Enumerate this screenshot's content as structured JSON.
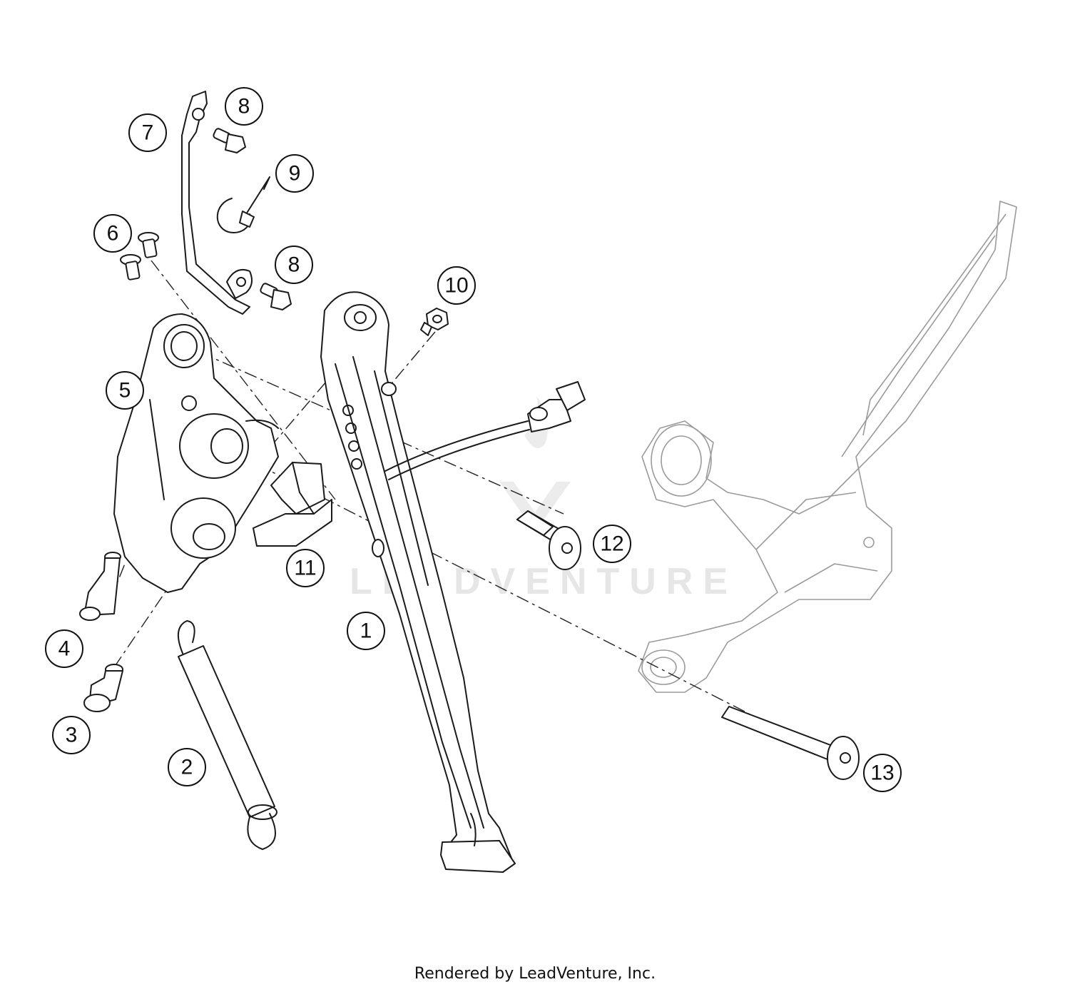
{
  "callouts": [
    {
      "id": "1",
      "label": "1"
    },
    {
      "id": "2",
      "label": "2"
    },
    {
      "id": "3",
      "label": "3"
    },
    {
      "id": "4",
      "label": "4"
    },
    {
      "id": "5",
      "label": "5"
    },
    {
      "id": "6",
      "label": "6"
    },
    {
      "id": "7",
      "label": "7"
    },
    {
      "id": "8a",
      "label": "8"
    },
    {
      "id": "8b",
      "label": "8"
    },
    {
      "id": "9",
      "label": "9"
    },
    {
      "id": "10",
      "label": "10"
    },
    {
      "id": "11",
      "label": "11"
    },
    {
      "id": "12",
      "label": "12"
    },
    {
      "id": "13",
      "label": "13"
    }
  ],
  "watermark": {
    "text": "LEADVENTURE"
  },
  "footer": {
    "text": "Rendered by LeadVenture, Inc."
  }
}
